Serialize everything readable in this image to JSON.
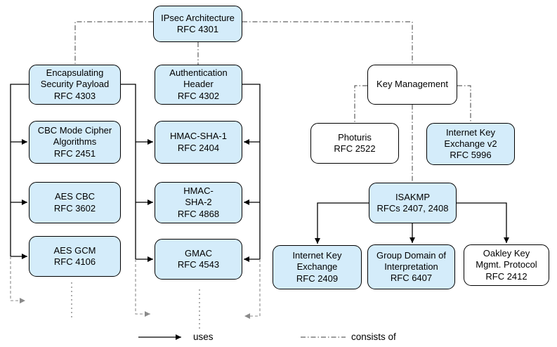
{
  "nodes": {
    "ipsec": {
      "label": "IPsec Architecture\nRFC 4301"
    },
    "esp": {
      "label": "Encapsulating\nSecurity Payload\nRFC 4303"
    },
    "ah": {
      "label": "Authentication\nHeader\nRFC 4302"
    },
    "key_management": {
      "label": "Key Management"
    },
    "cbc_mode": {
      "label": "CBC Mode Cipher\nAlgorithms\nRFC 2451"
    },
    "hmac_sha1": {
      "label": "HMAC-SHA-1\nRFC 2404"
    },
    "photuris": {
      "label": "Photuris\nRFC 2522"
    },
    "ikev2": {
      "label": "Internet Key\nExchange v2\nRFC 5996"
    },
    "aes_cbc": {
      "label": "AES CBC\nRFC 3602"
    },
    "hmac_sha2": {
      "label": "HMAC-\nSHA-2\nRFC 4868"
    },
    "isakmp": {
      "label": "ISAKMP\nRFCs 2407, 2408"
    },
    "aes_gcm": {
      "label": "AES GCM\nRFC 4106"
    },
    "gmac": {
      "label": "GMAC\nRFC 4543"
    },
    "ike": {
      "label": "Internet Key\nExchange\nRFC 2409"
    },
    "gdoi": {
      "label": "Group Domain of\nInterpretation\nRFC 6407"
    },
    "oakley": {
      "label": "Oakley Key\nMgmt. Protocol\nRFC 2412"
    }
  },
  "legend": {
    "uses": "uses",
    "consists_of": "consists of"
  },
  "colors": {
    "node_fill": "#d4ecfa",
    "node_fill_white": "#ffffff",
    "node_border": "#000000",
    "solid_edge": "#000000",
    "dashdot_edge": "#3c3c3c",
    "continuation_gray": "#8a8a8a"
  }
}
